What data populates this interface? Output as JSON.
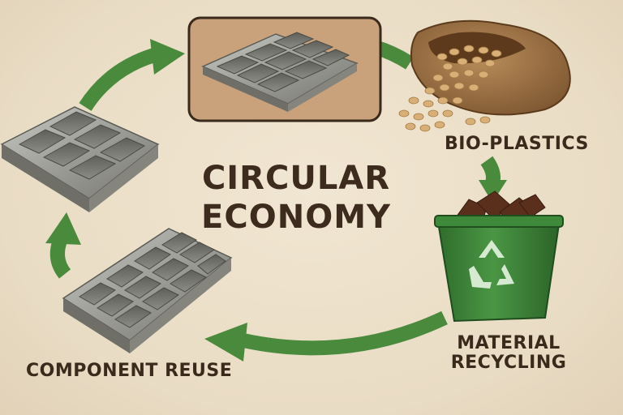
{
  "title": {
    "line1": "CIRCULAR",
    "line2": "ECONOMY"
  },
  "stages": {
    "bio_plastics": "BIO-PLASTICS",
    "material_recycling_line1": "MATERIAL",
    "material_recycling_line2": "RECYCLING",
    "component_reuse": "COMPONENT REUSE"
  },
  "icons": {
    "featured_tray": "metal-tray-icon",
    "sack": "grain-sack-icon",
    "bin": "recycling-bin-icon",
    "recycle_symbol": "recycle-icon",
    "left_tray": "metal-tray-icon",
    "bottom_tray": "metal-tray-icon"
  },
  "colors": {
    "background": "#ecdfc9",
    "arrow": "#4a8a3c",
    "text": "#3a2a1c",
    "bin": "#3f8a3a",
    "panel": "#c9a27c"
  }
}
